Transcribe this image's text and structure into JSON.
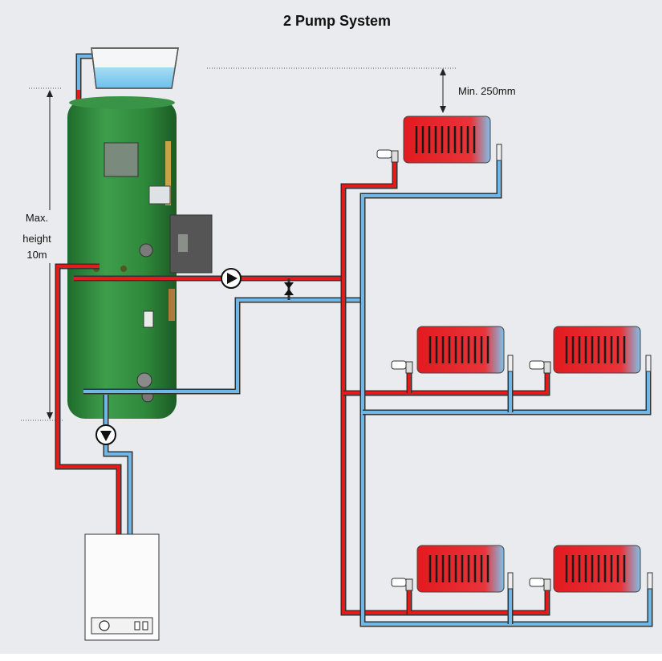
{
  "title": "2 Pump System",
  "labels": {
    "max_height_line1": "Max.",
    "max_height_line2": "height",
    "max_height_line3": "10m",
    "min_clearance": "Min. 250mm"
  },
  "colors": {
    "background": "#e9ebee",
    "hot_pipe": "#e31b1b",
    "cold_pipe": "#6fb7e6",
    "cylinder": "#2e8a3c",
    "radiator": "#e21b1f",
    "tank_water": "#8fd0f0"
  },
  "icons": [
    "pump-icon",
    "valve-icon",
    "boiler-icon",
    "radiator-icon",
    "cylinder-icon",
    "header-tank-icon"
  ]
}
